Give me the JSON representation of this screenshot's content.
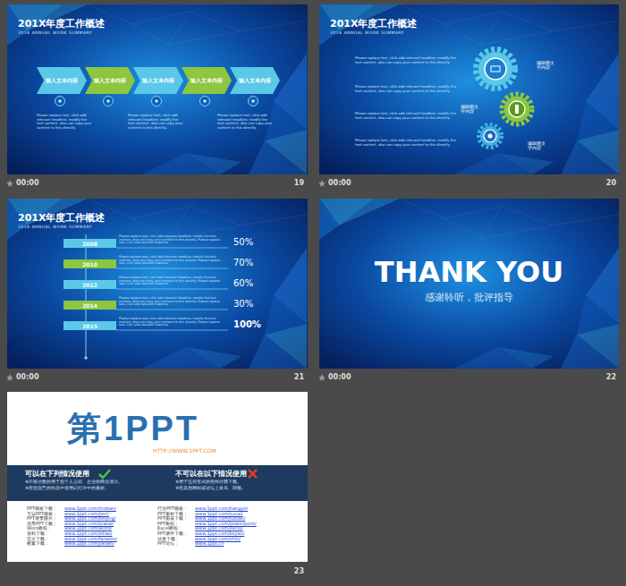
{
  "diagram": {
    "nodes": [
      {
        "text": [
          "201X年度工作概述",
          "2018 ANNUAL WORK SUMMARY"
        ]
      },
      {
        "text": [
          "输入文本内容"
        ],
        "in": 0
      },
      {
        "text": [
          "输入文本内容"
        ],
        "in": 0
      },
      {
        "text": [
          "输入文本内容"
        ],
        "in": 0
      },
      {
        "text": [
          "输入文本内容"
        ],
        "in": 0
      },
      {
        "text": [
          "输入文本内容"
        ],
        "in": 0
      },
      {
        "text": [
          "201X年度工作概述",
          "2018 ANNUAL WORK SUMMARY"
        ]
      },
      {
        "text": [
          "201X年度工作概述",
          "2018 ANNUAL WORK SUMMARY"
        ]
      },
      {
        "text": [
          "2008"
        ],
        "in": 7
      },
      {
        "text": [
          "2010"
        ],
        "in": 7
      },
      {
        "text": [
          "2012"
        ],
        "in": 7
      },
      {
        "text": [
          "2014"
        ],
        "in": 7
      },
      {
        "text": [
          "2015"
        ],
        "in": 7
      },
      {
        "text": [
          "THANK YOU",
          "感谢聆听，批评指导"
        ]
      },
      {
        "text": [
          "第1PPT",
          "HTTP://WWW.1PPT.COM"
        ]
      },
      {
        "text": [
          "可以在下列情况使用",
          "※不限次数的用于您个人公司、企业的商业演示。",
          "※在您自己的作品中使用幻灯片中的素材。"
        ],
        "in": 14
      },
      {
        "text": [
          "不可以在以下情况使用",
          "※用于任何形式的在线付费下载。",
          "※在其他网站或论坛上发布、转载。"
        ],
        "in": 14
      }
    ],
    "labels": [
      "Please replace text, click add relevant headline, modify the text content, also can copy your content to this directly.",
      "Please replace text, click add relevant headline, modify the text content, also can copy your content to this directly.",
      "Please replace text, click add relevant headline, modify the text content, also can copy your content to this directly.",
      "Please replace text, click add relevant headline, modify the text content, also can copy your content to this directly.",
      "Please replace text, click add relevant headline, modify the text content, also can copy your content to this directly.",
      "Please replace text, click add relevant headline, modify the text content, also can copy your content to this directly.",
      "Please replace text, click add relevant headline, modify the text content, also can copy your content to this directly.",
      "编辑图文字内容",
      "编辑图文字内容",
      "编辑图文字内容",
      "Please replace text, click add relevant headline, modify the text content, also can copy your content to this directly. Please replace text, click add relevant headline.",
      "Please replace text, click add relevant headline, modify the text content, also can copy your content to this directly. Please replace text, click add relevant headline.",
      "Please replace text, click add relevant headline, modify the text content, also can copy your content to this directly. Please replace text, click add relevant headline.",
      "Please replace text, click add relevant headline, modify the text content, also can copy your content to this directly. Please replace text, click add relevant headline.",
      "Please replace text, click add relevant headline, modify the text content, also can copy your content to this directly. Please replace text, click add relevant headline.",
      "50%",
      "70%",
      "60%",
      "30%",
      "100%",
      "PPT模板下载：",
      "www.1ppt.com/moban/",
      "节日PPT模板：",
      "www.1ppt.com/jieri/",
      "PPT背景图片：",
      "www.1ppt.com/beijing/",
      "优秀PPT下载：",
      "www.1ppt.com/xiazai/",
      "Word教程：",
      "www.1ppt.com/word/",
      "资料下载：",
      "www.1ppt.com/ziliao/",
      "范文下载：",
      "www.1ppt.com/fanwen/",
      "教案下载：",
      "www.1ppt.com/jiaoan/",
      "行业PPT模板：",
      "www.1ppt.com/hangye/",
      "PPT素材下载：",
      "www.1ppt.com/sucai/",
      "PPT图表下载：",
      "www.1ppt.com/tubiao/",
      "PPT教程：",
      "www.1ppt.com/powerpoint/",
      "Excel教程：",
      "www.1ppt.com/excel/",
      "PPT课件下载：",
      "www.1ppt.com/kejian/",
      "试卷下载：",
      "www.1ppt.com/shiti/",
      "PPT论坛：",
      "www.1ppt.cn",
      "00:00",
      "19",
      "00:00",
      "20",
      "00:00",
      "21",
      "00:00",
      "22",
      "23"
    ]
  }
}
